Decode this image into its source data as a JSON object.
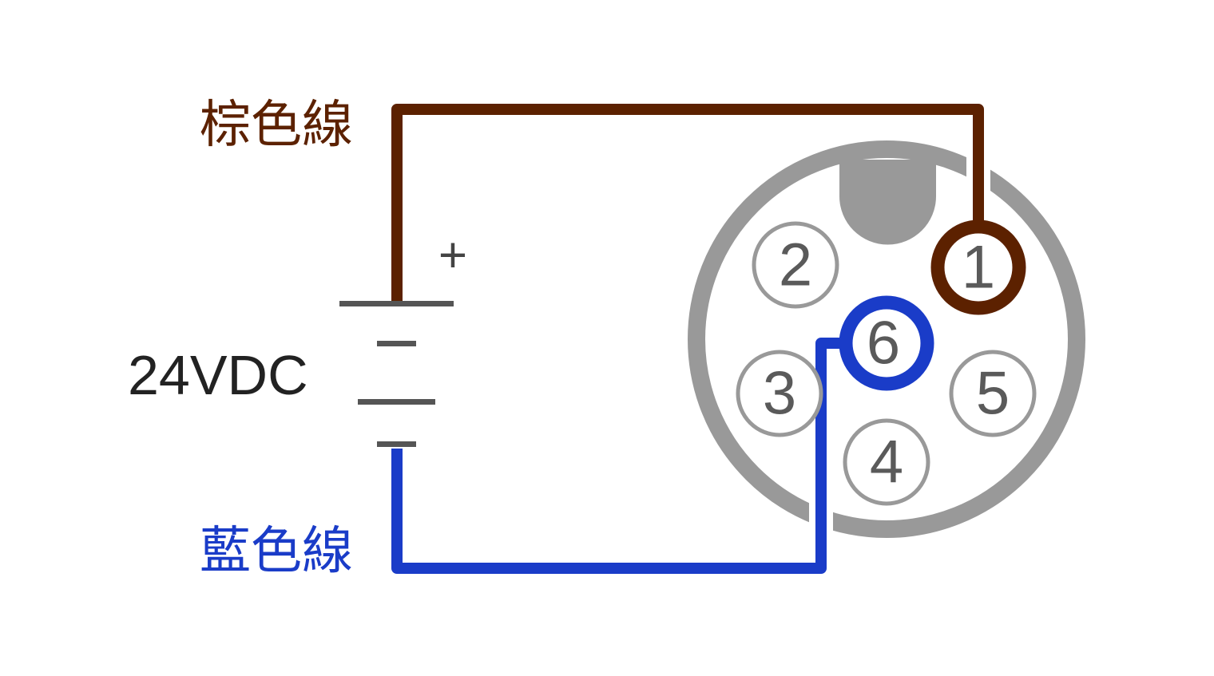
{
  "labels": {
    "brown_wire": "棕色線",
    "blue_wire": "藍色線",
    "voltage": "24VDC",
    "plus": "+"
  },
  "pins": [
    {
      "id": "1",
      "label": "1",
      "wire": "brown"
    },
    {
      "id": "2",
      "label": "2",
      "wire": "none"
    },
    {
      "id": "3",
      "label": "3",
      "wire": "none"
    },
    {
      "id": "4",
      "label": "4",
      "wire": "none"
    },
    {
      "id": "5",
      "label": "5",
      "wire": "none"
    },
    {
      "id": "6",
      "label": "6",
      "wire": "blue"
    }
  ],
  "colors": {
    "brown": "#5c2100",
    "blue": "#1a3cc8",
    "gray": "#999999",
    "battery": "#555555",
    "text": "#222222"
  }
}
